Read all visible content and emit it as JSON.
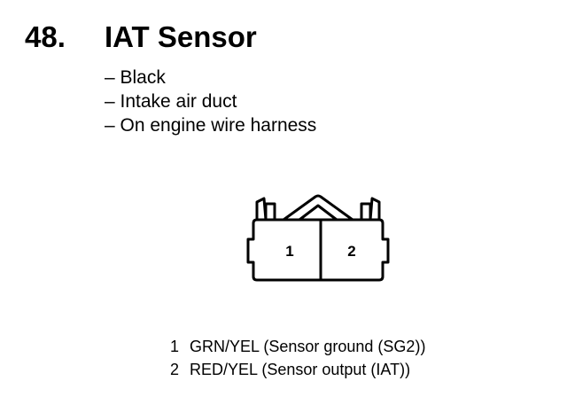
{
  "heading": {
    "number": "48.",
    "title": "IAT Sensor"
  },
  "details": [
    "– Black",
    "– Intake air duct",
    "– On engine wire harness"
  ],
  "connector": {
    "terminals": [
      "1",
      "2"
    ]
  },
  "pins": [
    {
      "number": "1",
      "description": "GRN/YEL (Sensor ground (SG2))"
    },
    {
      "number": "2",
      "description": "RED/YEL (Sensor output (IAT))"
    }
  ]
}
